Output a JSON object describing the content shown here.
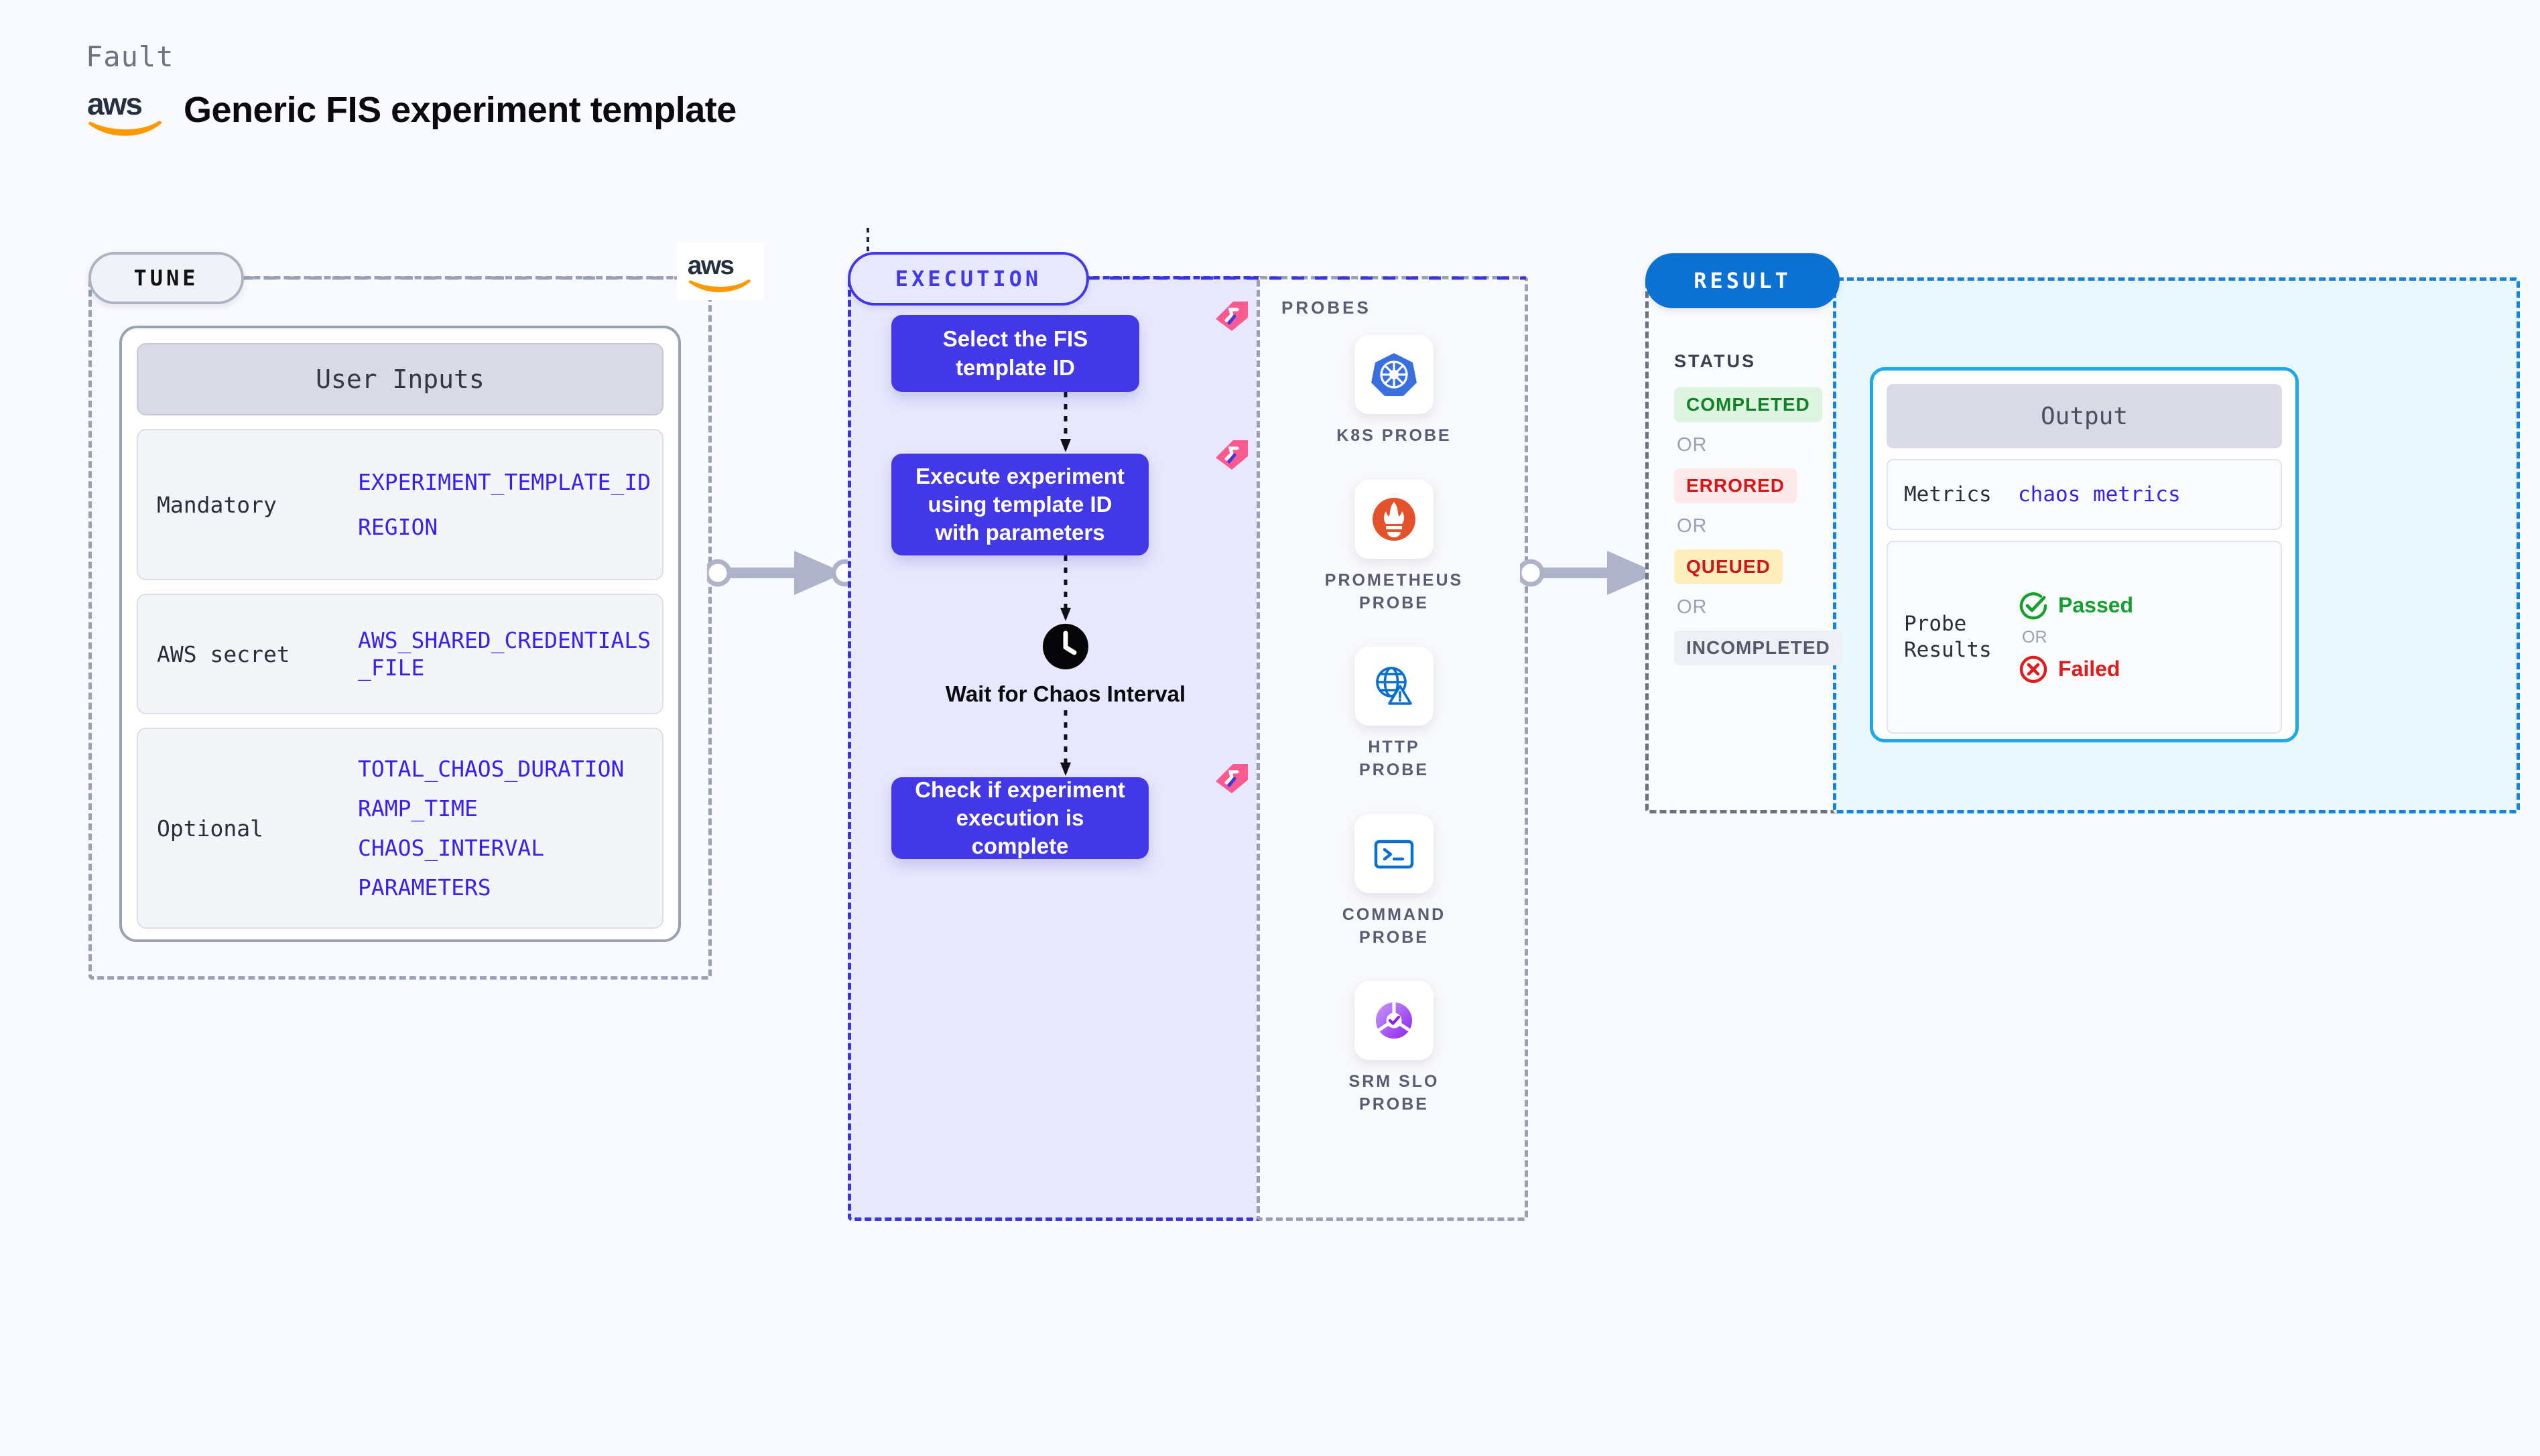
{
  "header": {
    "eyebrow": "Fault",
    "title": "Generic FIS experiment template",
    "logo_alt": "aws-logo"
  },
  "phases": {
    "tune": {
      "label": "TUNE",
      "card_title": "User Inputs",
      "rows": [
        {
          "label": "Mandatory",
          "values": [
            "EXPERIMENT_TEMPLATE_ID",
            "REGION"
          ]
        },
        {
          "label": "AWS secret",
          "values": [
            "AWS_SHARED_CREDENTIALS\n_FILE"
          ]
        },
        {
          "label": "Optional",
          "values": [
            "TOTAL_CHAOS_DURATION",
            "RAMP_TIME",
            "CHAOS_INTERVAL",
            "PARAMETERS"
          ]
        }
      ]
    },
    "execution": {
      "label": "EXECUTION",
      "steps": [
        {
          "type": "box",
          "text": "Select the FIS template ID",
          "badge": "litmus-badge"
        },
        {
          "type": "box",
          "text": "Execute experiment using template ID with parameters",
          "badge": "litmus-badge"
        },
        {
          "type": "clock",
          "text": "Wait for Chaos Interval",
          "icon": "clock-icon"
        },
        {
          "type": "box",
          "text": "Check if experiment execution is complete",
          "badge": "litmus-badge"
        }
      ],
      "probes_title": "PROBES",
      "probes": [
        {
          "name": "K8S PROBE",
          "icon": "kubernetes-icon"
        },
        {
          "name": "PROMETHEUS PROBE",
          "icon": "prometheus-icon"
        },
        {
          "name": "HTTP PROBE",
          "icon": "http-globe-icon"
        },
        {
          "name": "COMMAND PROBE",
          "icon": "terminal-icon"
        },
        {
          "name": "SRM SLO PROBE",
          "icon": "srm-slo-icon"
        }
      ]
    },
    "result": {
      "label": "RESULT",
      "status_title": "STATUS",
      "or_text": "OR",
      "statuses": [
        {
          "label": "COMPLETED",
          "style": "completed"
        },
        {
          "label": "ERRORED",
          "style": "errored"
        },
        {
          "label": "QUEUED",
          "style": "queued"
        },
        {
          "label": "INCOMPLETED",
          "style": "incompleted"
        }
      ],
      "output": {
        "title": "Output",
        "metrics_label": "Metrics",
        "metrics_value": "chaos metrics",
        "probe_label": "Probe Results",
        "passed": "Passed",
        "failed": "Failed",
        "or_text": "OR"
      }
    }
  },
  "colors": {
    "accent_purple": "#4338e8",
    "accent_blue": "#0b72d4",
    "accent_cyan": "#1fa8e8",
    "badge_pink": "#fb5a8f",
    "code_blue": "#3b1ff0",
    "aws_orange": "#f90",
    "background": "#f9faff"
  }
}
